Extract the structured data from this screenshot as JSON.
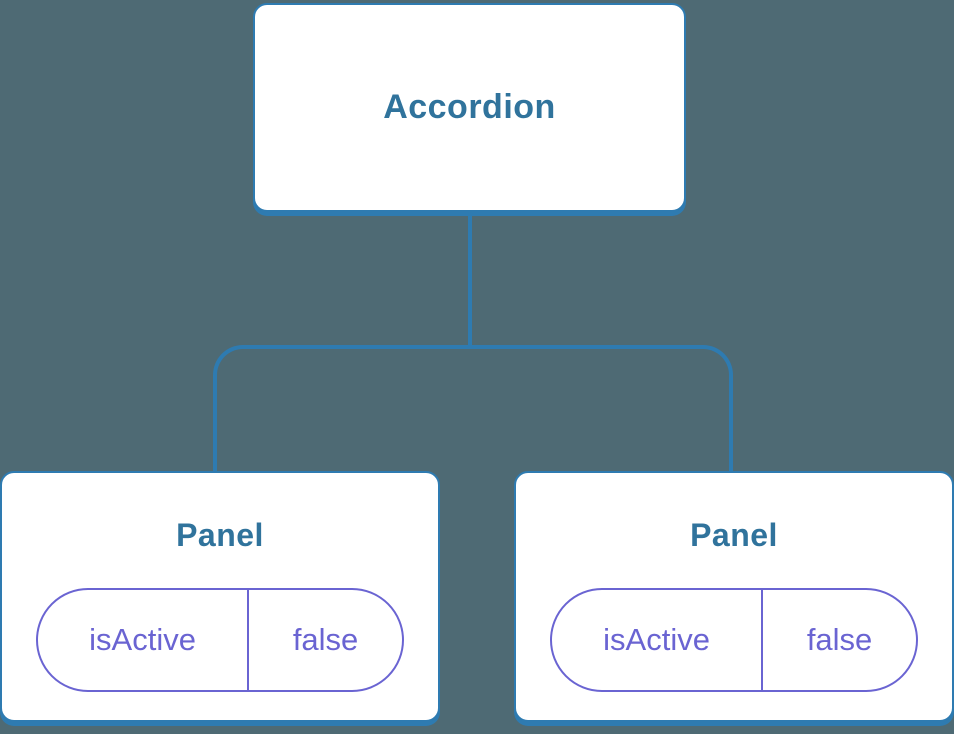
{
  "diagram": {
    "root": {
      "label": "Accordion"
    },
    "children": [
      {
        "label": "Panel",
        "state": {
          "key": "isActive",
          "value": "false"
        }
      },
      {
        "label": "Panel",
        "state": {
          "key": "isActive",
          "value": "false"
        }
      }
    ]
  },
  "colors": {
    "background": "#4E6A74",
    "connector": "#2E7BB1",
    "box_border": "#2E7BB1",
    "box_background": "#FFFFFF",
    "title_text": "#30739C",
    "state_accent": "#6A64D2"
  }
}
